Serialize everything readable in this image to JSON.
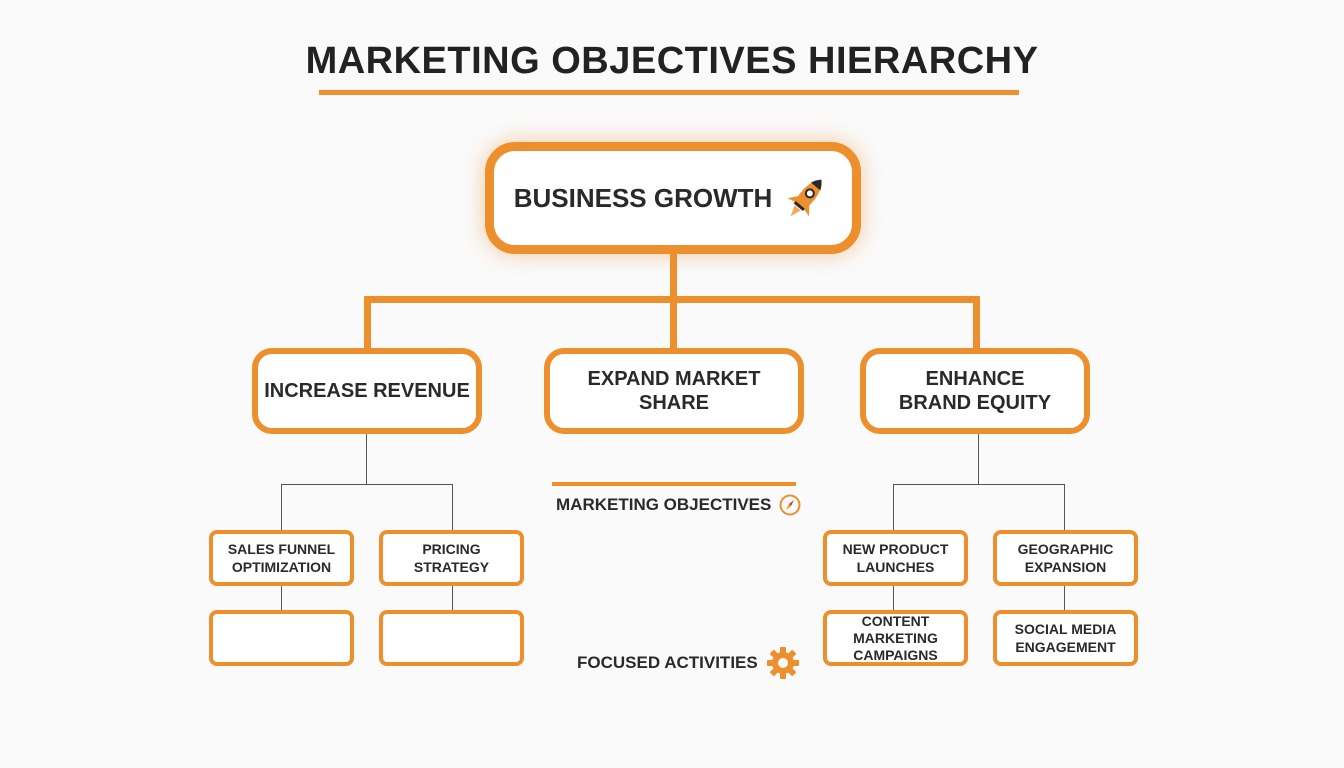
{
  "title": "MARKETING OBJECTIVES HIERARCHY",
  "root": {
    "label": "BUSINESS GROWTH",
    "icon": "rocket-icon"
  },
  "objectives": [
    {
      "label": "INCREASE REVENUE"
    },
    {
      "label": "EXPAND MARKET SHARE"
    },
    {
      "label": "ENHANCE BRAND EQUITY"
    }
  ],
  "activities": {
    "revenue": [
      {
        "label": "SALES FUNNEL OPTIMIZATION",
        "child": ""
      },
      {
        "label": "PRICING STRATEGY",
        "child": ""
      }
    ],
    "brand": [
      {
        "label": "NEW PRODUCT LAUNCHES",
        "child": "CONTENT MARKETING CAMPAIGNS"
      },
      {
        "label": "GEOGRAPHIC EXPANSION",
        "child": "SOCIAL MEDIA ENGAGEMENT"
      }
    ]
  },
  "legend": {
    "objectives": {
      "label": "MARKETING OBJECTIVES",
      "icon": "compass-icon"
    },
    "activities": {
      "label": "FOCUSED ACTIVITIES",
      "icon": "gear-icon"
    }
  },
  "colors": {
    "accent": "#ee8f2e",
    "text": "#2a2a2a",
    "connector": "#555555"
  }
}
